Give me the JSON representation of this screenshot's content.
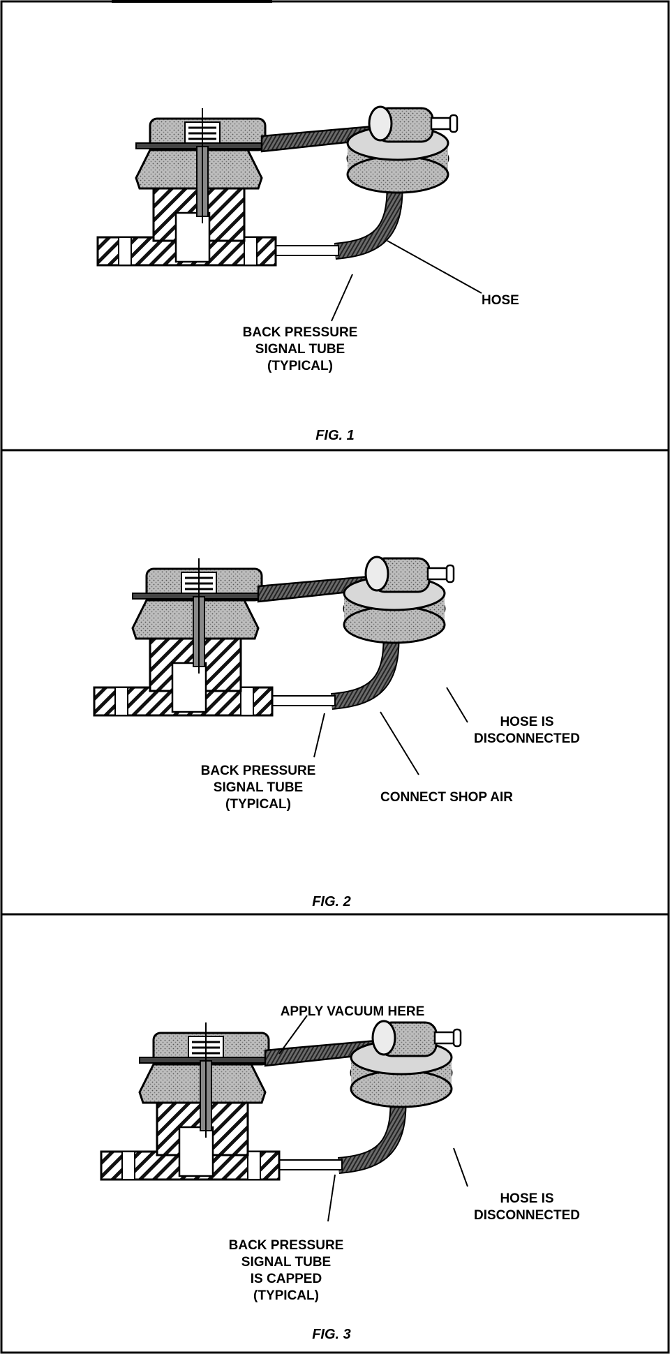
{
  "figures": [
    {
      "caption": "FIG. 1",
      "labels": {
        "hose": "HOSE",
        "tube_line1": "BACK PRESSURE",
        "tube_line2": "SIGNAL TUBE",
        "tube_line3": "(TYPICAL)"
      }
    },
    {
      "caption": "FIG. 2",
      "labels": {
        "hose_line1": "HOSE IS",
        "hose_line2": "DISCONNECTED",
        "tube_line1": "BACK PRESSURE",
        "tube_line2": "SIGNAL TUBE",
        "tube_line3": "(TYPICAL)",
        "shop_air": "CONNECT SHOP AIR"
      }
    },
    {
      "caption": "FIG. 3",
      "labels": {
        "vacuum": "APPLY VACUUM HERE",
        "hose_line1": "HOSE IS",
        "hose_line2": "DISCONNECTED",
        "tube_line1": "BACK PRESSURE",
        "tube_line2": "SIGNAL TUBE",
        "tube_line3": "IS CAPPED",
        "tube_line4": "(TYPICAL)"
      }
    }
  ]
}
